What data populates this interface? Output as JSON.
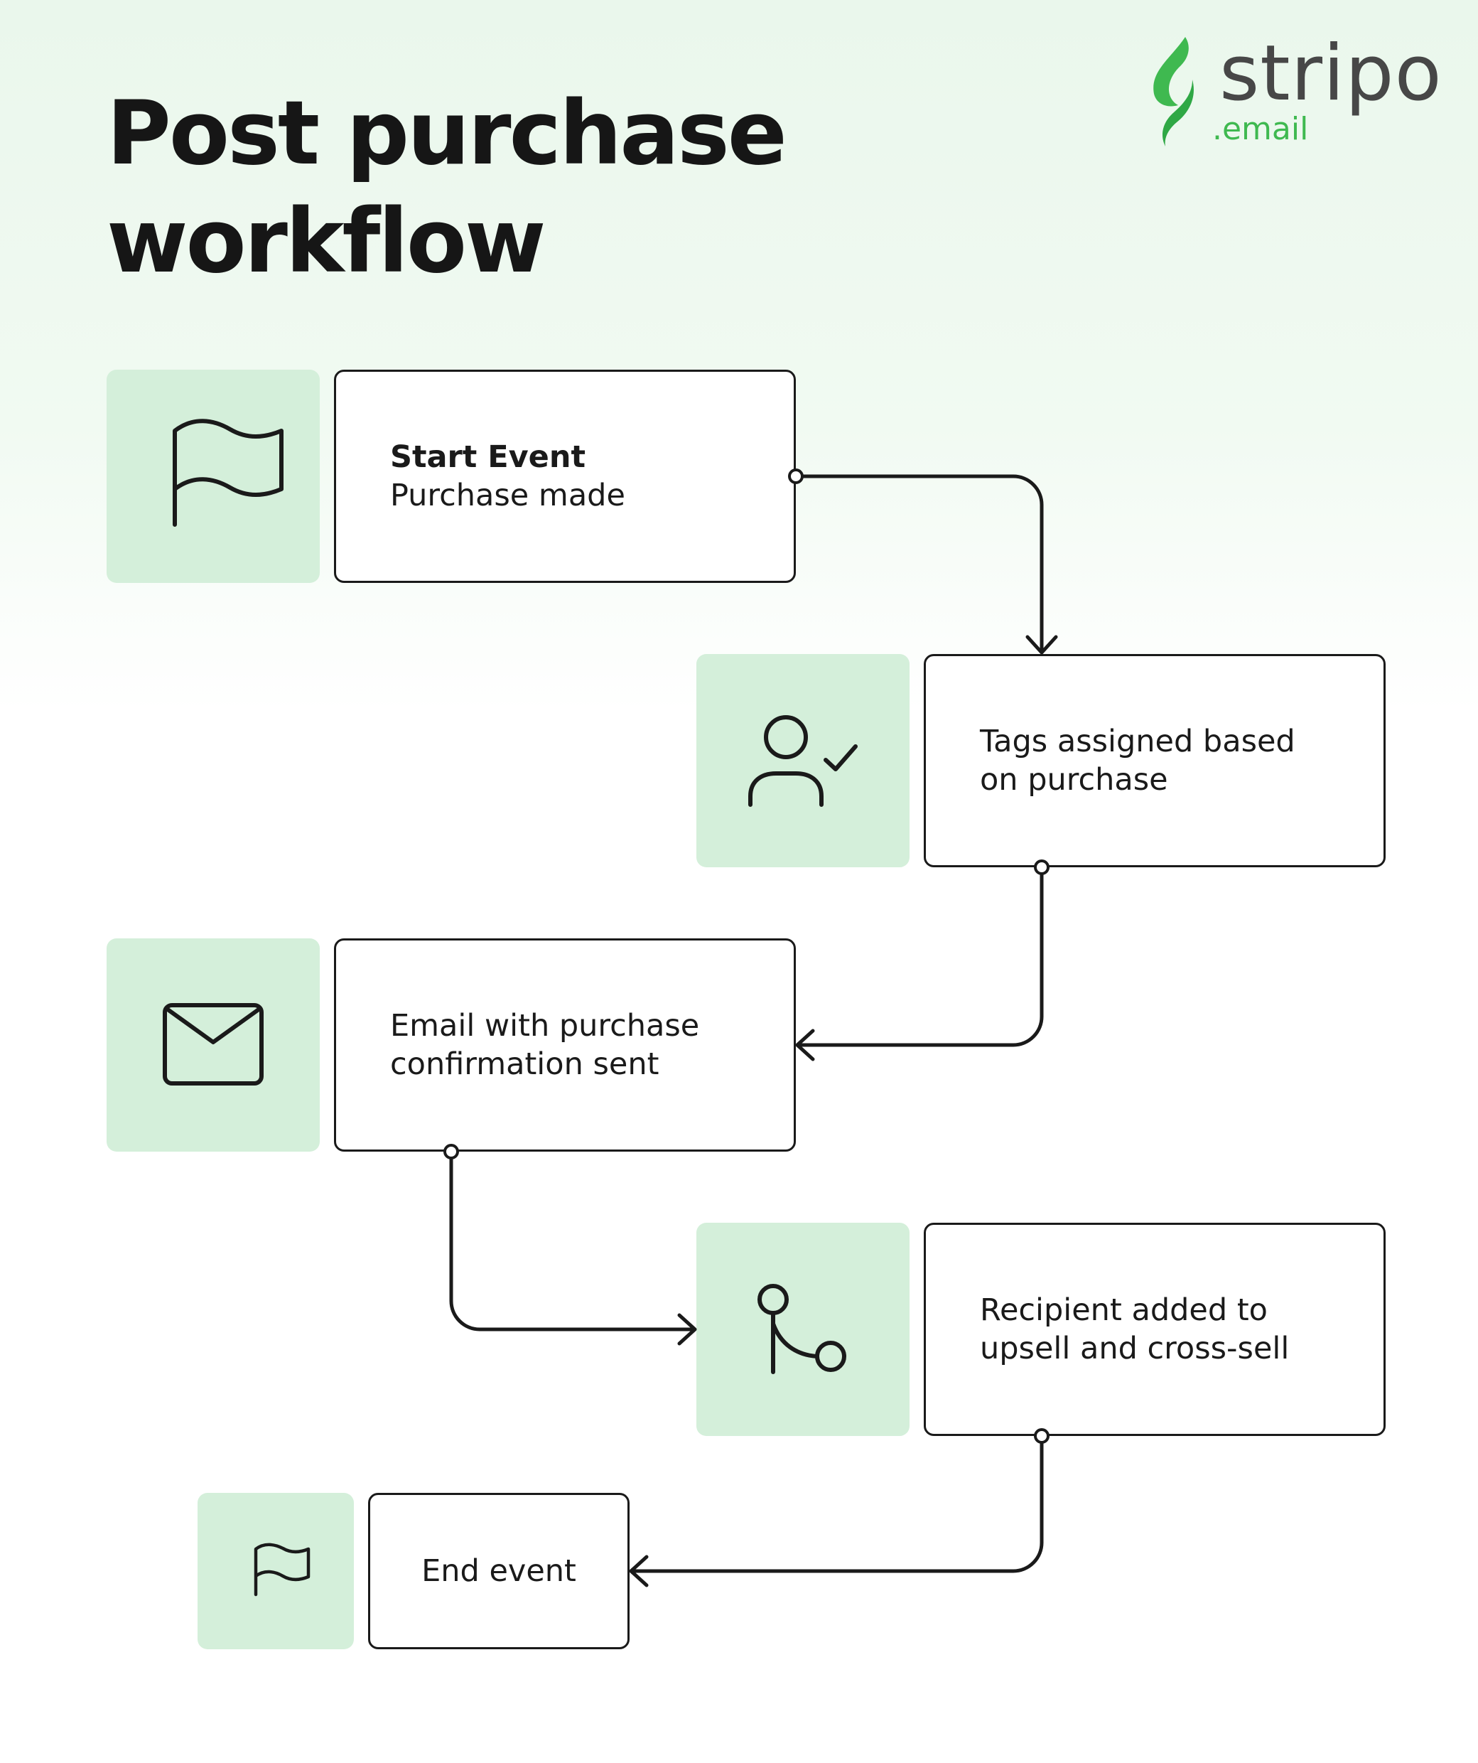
{
  "title": {
    "line1": "Post purchase",
    "line2": "workflow"
  },
  "logo": {
    "wordmark": "stripo",
    "domain": ".email",
    "accent_color": "#3fb950"
  },
  "colors": {
    "tile_bg": "#d4efda",
    "stroke": "#1a1a1a",
    "background_top": "#eaf7ec"
  },
  "nodes": [
    {
      "icon": "flag-icon",
      "lines": [
        "Start Event",
        "Purchase made"
      ],
      "bold_first": true
    },
    {
      "icon": "user-check-icon",
      "lines": [
        "Tags assigned based",
        "on purchase"
      ]
    },
    {
      "icon": "envelope-icon",
      "lines": [
        "Email with purchase",
        "confirmation sent"
      ]
    },
    {
      "icon": "branch-icon",
      "lines": [
        "Recipient added to",
        "upsell and cross-sell"
      ]
    },
    {
      "icon": "small-flag-icon",
      "lines": [
        "End event"
      ]
    }
  ]
}
